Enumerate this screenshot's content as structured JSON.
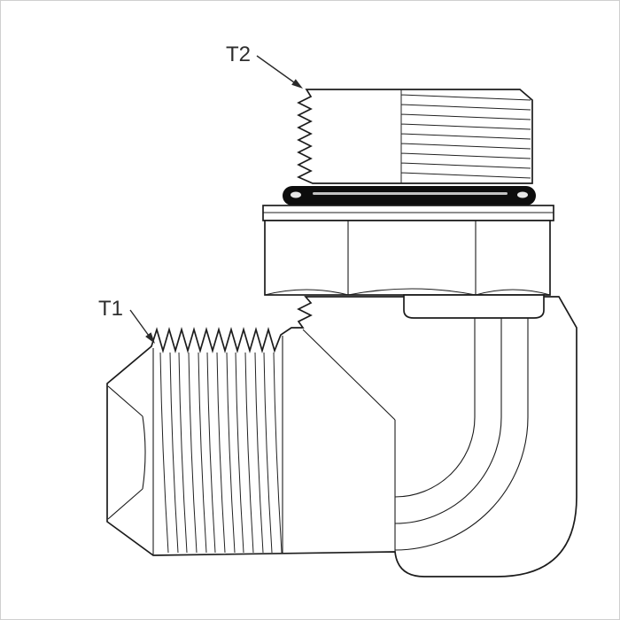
{
  "figure": {
    "kind": "technical-line-drawing",
    "callouts": [
      {
        "label": "T2"
      },
      {
        "label": "T1"
      }
    ],
    "colors": {
      "line": "#1c1c1c",
      "o_ring": "#0d0d0d",
      "background": "#ffffff",
      "frame_border": "#cfcfcf"
    }
  }
}
